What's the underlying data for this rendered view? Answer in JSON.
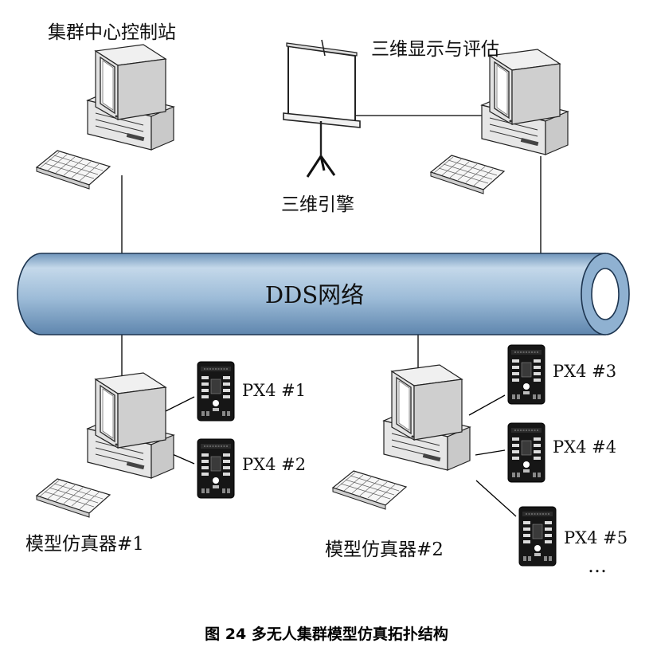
{
  "nodes": {
    "control_station": "集群中心控制站",
    "display_eval": "三维显示与评估",
    "engine_3d": "三维引擎",
    "network": "DDS网络",
    "simulator_1": "模型仿真器#1",
    "simulator_2": "模型仿真器#2"
  },
  "flight_controllers": [
    "PX4 #1",
    "PX4 #2",
    "PX4 #3",
    "PX4 #4",
    "PX4 #5"
  ],
  "ellipsis": "…",
  "caption": "图 24 多无人集群模型仿真拓扑结构",
  "colors": {
    "network_tube": "#8eb0cf",
    "computer_body": "#f4f4f4",
    "board": "#161616"
  }
}
